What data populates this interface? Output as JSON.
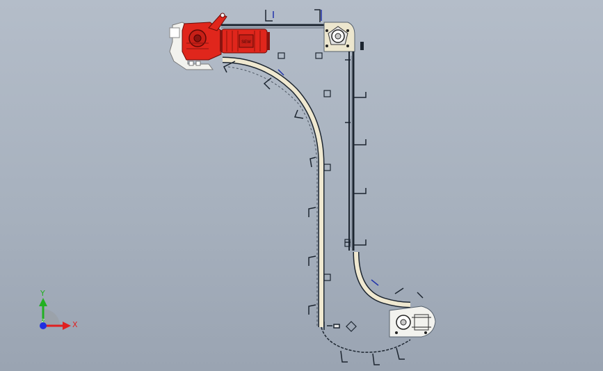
{
  "viewport": {
    "background_top": "#b4bdc9",
    "background_bottom": "#9aa4b2"
  },
  "model": {
    "motor_color": "#e0261c",
    "frame_color": "#1c2530",
    "guide_color": "#efe8d0",
    "chain_color": "#222a33",
    "motor_plate_text": "SEW"
  },
  "triad": {
    "x_label": "X",
    "y_label": "Y",
    "z_label": "Z",
    "x_color": "#e02020",
    "y_color": "#22b022",
    "z_color": "#2030e0"
  }
}
